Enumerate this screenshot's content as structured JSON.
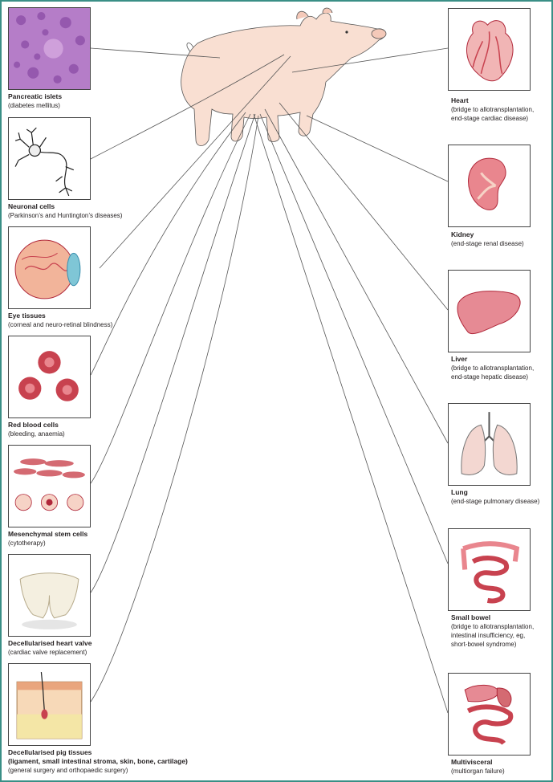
{
  "left": [
    {
      "id": "pancreatic-islets",
      "title": "Pancreatic islets",
      "sub": [
        "(diabetes mellitus)"
      ]
    },
    {
      "id": "neuronal-cells",
      "title": "Neuronal cells",
      "sub": [
        "(Parkinson’s and Huntington’s diseases)"
      ]
    },
    {
      "id": "eye-tissues",
      "title": "Eye tissues",
      "sub": [
        "(corneal and neuro-retinal blindness)"
      ]
    },
    {
      "id": "red-blood-cells",
      "title": "Red blood cells",
      "sub": [
        "(bleeding, anaemia)"
      ]
    },
    {
      "id": "mesenchymal-stem-cells",
      "title": "Mesenchymal stem cells",
      "sub": [
        "(cytotherapy)"
      ]
    },
    {
      "id": "decellularised-heart-valve",
      "title": "Decellularised heart valve",
      "sub": [
        "(cardiac valve replacement)"
      ]
    },
    {
      "id": "decellularised-pig-tissues",
      "title": "Decellularised pig tissues",
      "sub": [
        "(ligament, small intestinal stroma, skin, bone, cartilage)",
        "(general surgery and orthopaedic surgery)"
      ]
    }
  ],
  "right": [
    {
      "id": "heart",
      "title": "Heart",
      "sub": [
        "(bridge to allotransplantation,",
        "end-stage cardiac disease)"
      ]
    },
    {
      "id": "kidney",
      "title": "Kidney",
      "sub": [
        "(end-stage renal disease)"
      ]
    },
    {
      "id": "liver",
      "title": "Liver",
      "sub": [
        "(bridge to allotransplantation,",
        "end-stage hepatic disease)"
      ]
    },
    {
      "id": "lung",
      "title": "Lung",
      "sub": [
        "(end-stage pulmonary disease)"
      ]
    },
    {
      "id": "small-bowel",
      "title": "Small bowel",
      "sub": [
        "(bridge to allotransplantation,",
        "intestinal insufficiency, eg,",
        "short-bowel syndrome)"
      ]
    },
    {
      "id": "multivisceral",
      "title": "Multivisceral",
      "sub": [
        "(multiorgan failure)"
      ]
    }
  ],
  "colors": {
    "border": "#3a8f86",
    "pig": "#f9dfd2",
    "organ": "#e9868e",
    "organ_dark": "#b0283a",
    "blood": "#c8424f"
  }
}
